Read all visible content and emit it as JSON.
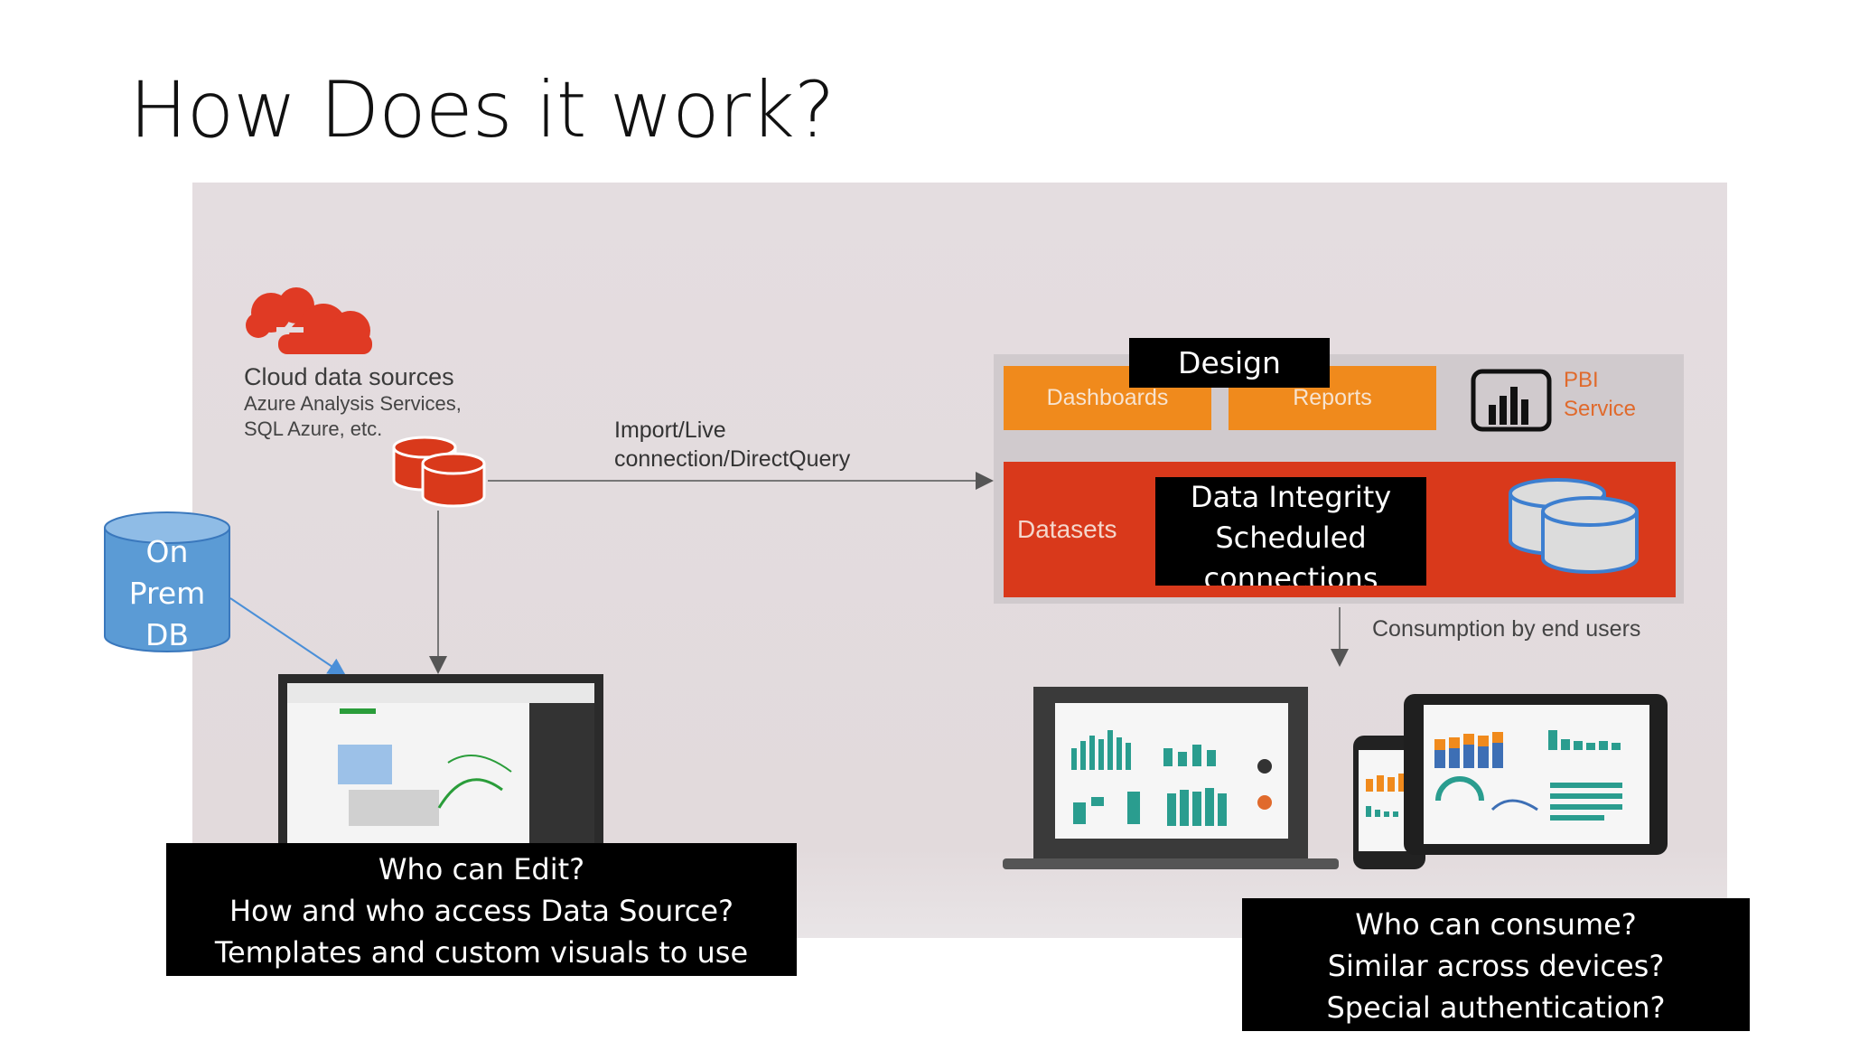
{
  "slide": {
    "title": "How Does it work?"
  },
  "cloud": {
    "label": "Cloud data sources",
    "sub_line1": "Azure Analysis Services,",
    "sub_line2": "SQL Azure, etc."
  },
  "connection": {
    "line1": "Import/Live",
    "line2": "connection/DirectQuery"
  },
  "pbi": {
    "dashboards_label": "Dashboards",
    "reports_label": "Reports",
    "datasets_label": "Datasets",
    "service_line1": "PBI",
    "service_line2": "Service"
  },
  "callouts": {
    "design": "Design",
    "integrity_lines": [
      "Data Integrity",
      "Scheduled",
      "connections"
    ],
    "consumption_label": "Consumption by end users",
    "edit_lines": [
      "Who can Edit?",
      "How and who access Data Source?",
      "Templates and custom visuals to use"
    ],
    "consume_lines": [
      "Who can consume?",
      "Similar across devices?",
      "Special authentication?"
    ]
  },
  "onprem": {
    "lines": [
      "On",
      "Prem",
      "DB"
    ]
  },
  "colors": {
    "orange": "#f08a1c",
    "red": "#d9391b",
    "cylinder_blue": "#5b9bd5",
    "black": "#000000"
  },
  "icons": [
    "cloud-icon",
    "database-icon",
    "power-bi-icon",
    "laptop-icon",
    "phone-icon",
    "tablet-icon"
  ]
}
